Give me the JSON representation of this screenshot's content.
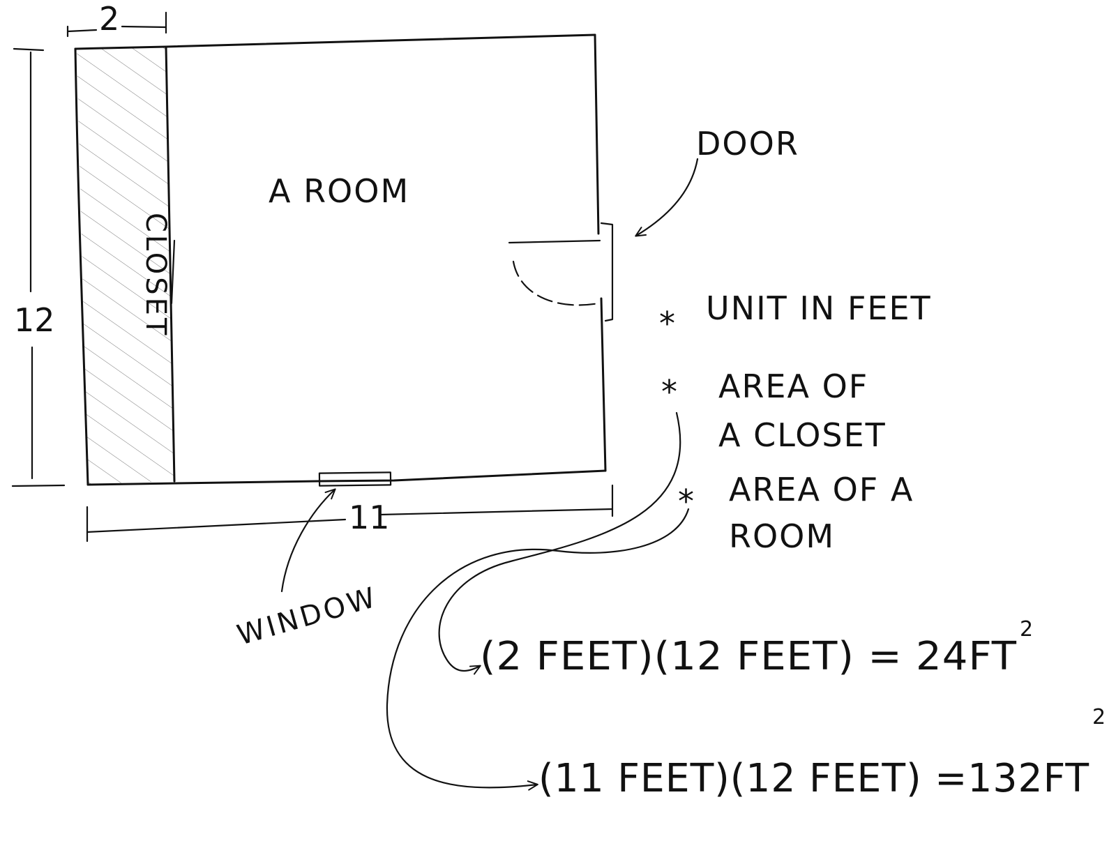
{
  "diagram": {
    "labels": {
      "room": "A ROOM",
      "closet": "CLOSET",
      "door": "DOOR",
      "window": "WINDOW"
    },
    "dimensions": {
      "closet_width": "2",
      "height": "12",
      "room_width": "11"
    },
    "notes": [
      {
        "bullet": "*",
        "lines": [
          "UNIT IN FEET"
        ]
      },
      {
        "bullet": "*",
        "lines": [
          "AREA OF",
          "A CLOSET"
        ]
      },
      {
        "bullet": "*",
        "lines": [
          "AREA OF A",
          "ROOM"
        ]
      }
    ],
    "equations": [
      {
        "text": "(2 FEET)(12 FEET) = 24FT",
        "exponent": "2"
      },
      {
        "text": "(11 FEET)(12 FEET) =132FT",
        "exponent": "2"
      }
    ]
  }
}
